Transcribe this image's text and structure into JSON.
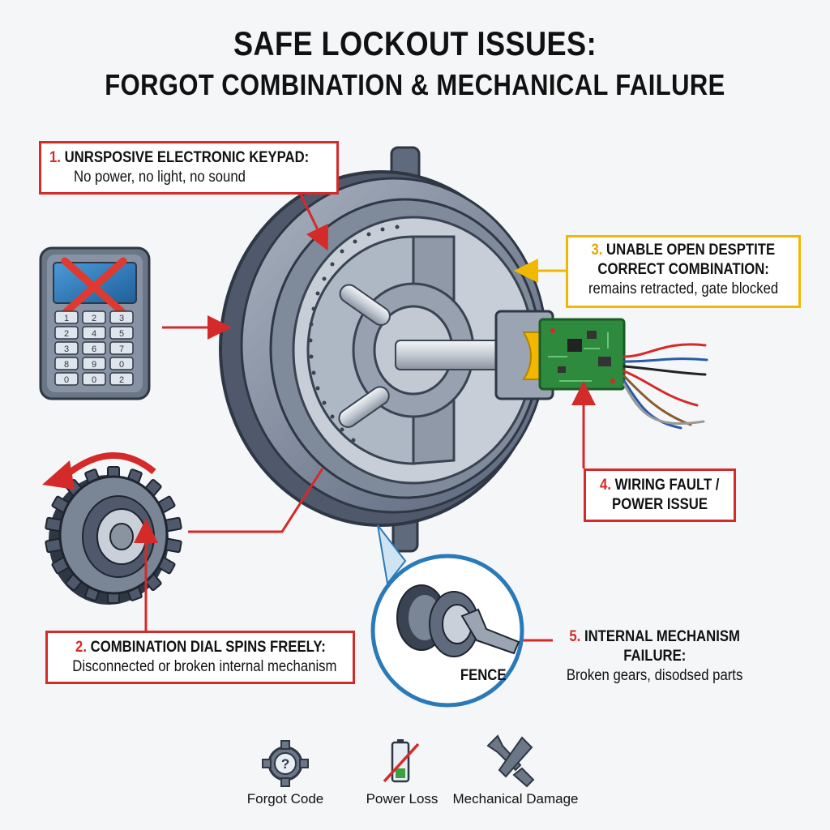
{
  "title": {
    "line1": "SAFE LOCKOUT ISSUES:",
    "line2": "FORGOT COMBINATION & MECHANICAL FAILURE"
  },
  "callouts": [
    {
      "number": "1.",
      "heading": "UNRSPOSIVE ELECTRONIC KEYPAD:",
      "detail": "No power, no light, no sound"
    },
    {
      "number": "2.",
      "heading": "COMBINATION DIAL SPINS FREELY:",
      "detail": "Disconnected or broken internal mechanism"
    },
    {
      "number": "3.",
      "heading_line1": "UNABLE OPEN DESPTITE",
      "heading_line2": "CORRECT COMBINATION:",
      "detail": "remains retracted, gate blocked"
    },
    {
      "number": "4.",
      "heading_line1": "WIRING FAULT /",
      "heading_line2": "POWER ISSUE"
    },
    {
      "number": "5.",
      "heading_line1": "INTERNAL MECHANISM",
      "heading_line2": "FAILURE:",
      "detail": "Broken gears, disodsed parts"
    }
  ],
  "magnifier_label": "FENCE",
  "keypad_keys": [
    "1",
    "2",
    "3",
    "2",
    "4",
    "5",
    "3",
    "6",
    "7",
    "8",
    "9",
    "0",
    "0",
    "0",
    "2"
  ],
  "legend": [
    {
      "icon": "question-gear-icon",
      "label": "Forgot Code"
    },
    {
      "icon": "crossed-battery-icon",
      "label": "Power Loss"
    },
    {
      "icon": "broken-wrench-icon",
      "label": "Mechanical Damage"
    }
  ],
  "colors": {
    "red": "#d42a2a",
    "yellow": "#f2b800",
    "blue": "#2a7ab8",
    "steel": "#6b7686",
    "pcb_green": "#2e8b3e"
  }
}
